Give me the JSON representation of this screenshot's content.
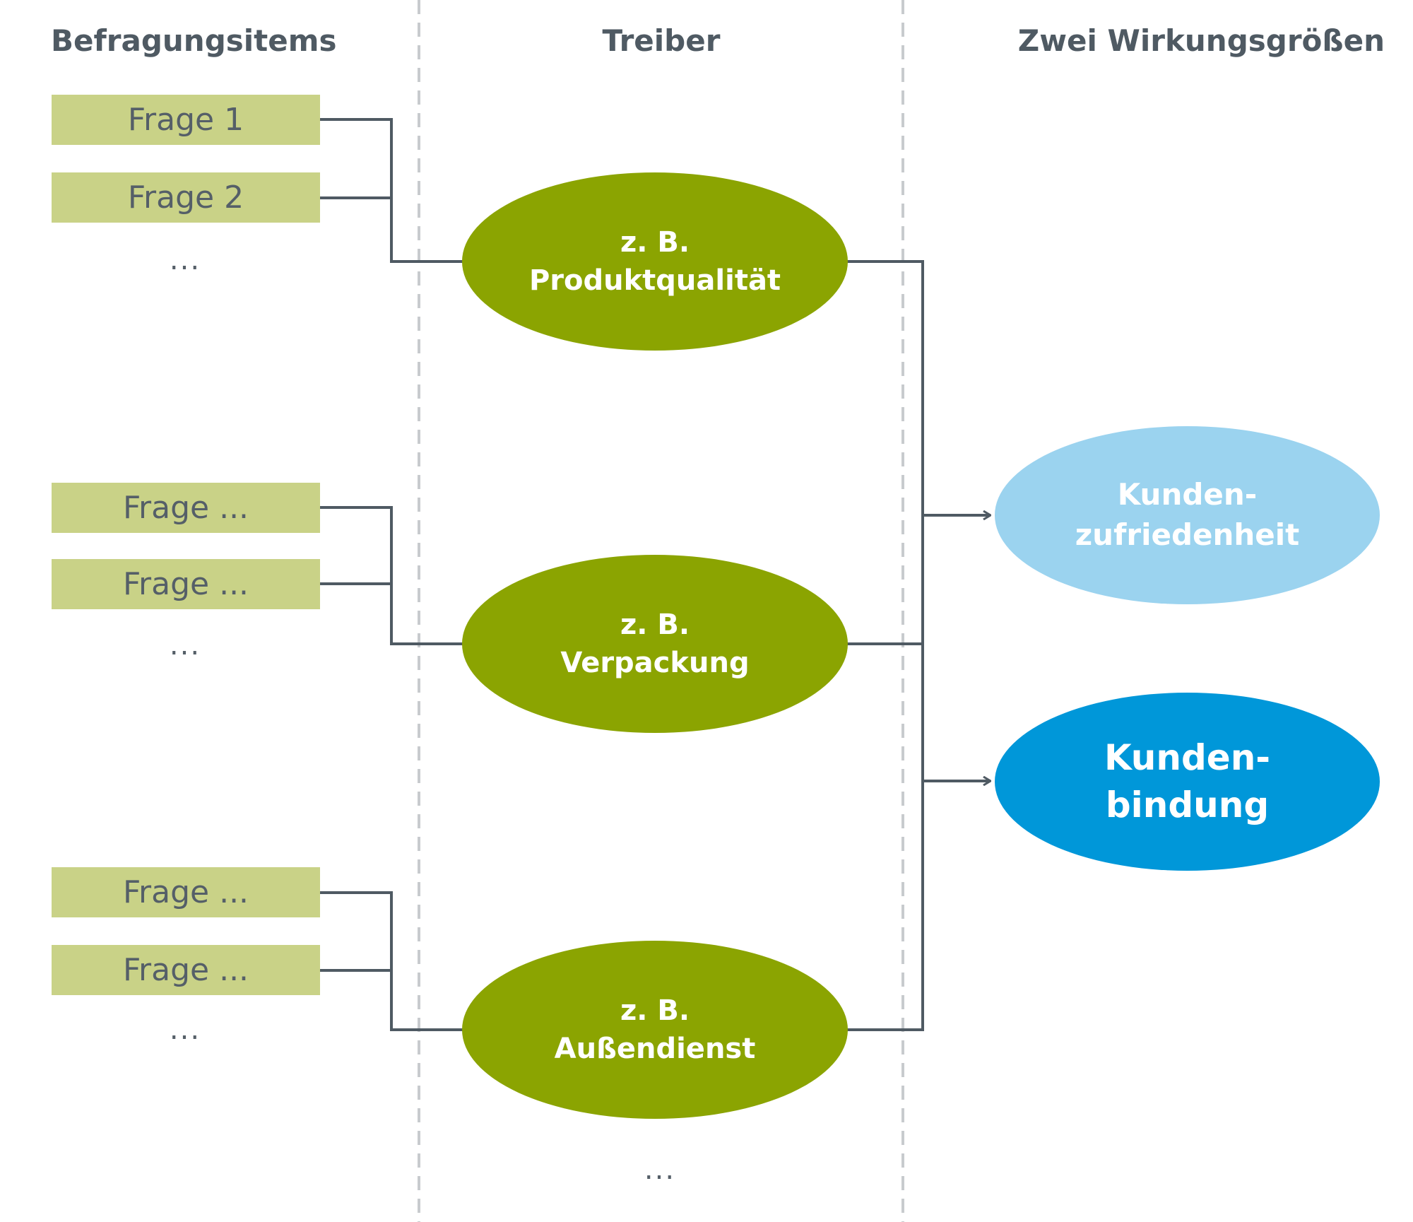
{
  "headers": {
    "items": "Befragungsitems",
    "drivers": "Treiber",
    "effects": "Zwei  Wirkungsgrößen"
  },
  "groups": [
    {
      "questions": [
        "Frage 1",
        "Frage 2"
      ],
      "more": "...",
      "driver_line1": "z. B.",
      "driver_line2": "Produktqualität"
    },
    {
      "questions": [
        "Frage ...",
        "Frage ..."
      ],
      "more": "...",
      "driver_line1": "z. B.",
      "driver_line2": "Verpackung"
    },
    {
      "questions": [
        "Frage ...",
        "Frage ..."
      ],
      "more": "...",
      "driver_line1": "z. B.",
      "driver_line2": "Außendienst"
    }
  ],
  "drivers_more": "...",
  "targets": [
    {
      "line1": "Kunden-",
      "line2": "zufriedenheit"
    },
    {
      "line1": "Kunden-",
      "line2": "bindung"
    }
  ],
  "colors": {
    "question_box": "#c9d287",
    "driver_oval": "#8ba401",
    "satisfaction_oval": "#9bd3ef",
    "loyalty_oval": "#0097d9",
    "connector": "#4f5a63",
    "separator": "#c8cbce"
  }
}
